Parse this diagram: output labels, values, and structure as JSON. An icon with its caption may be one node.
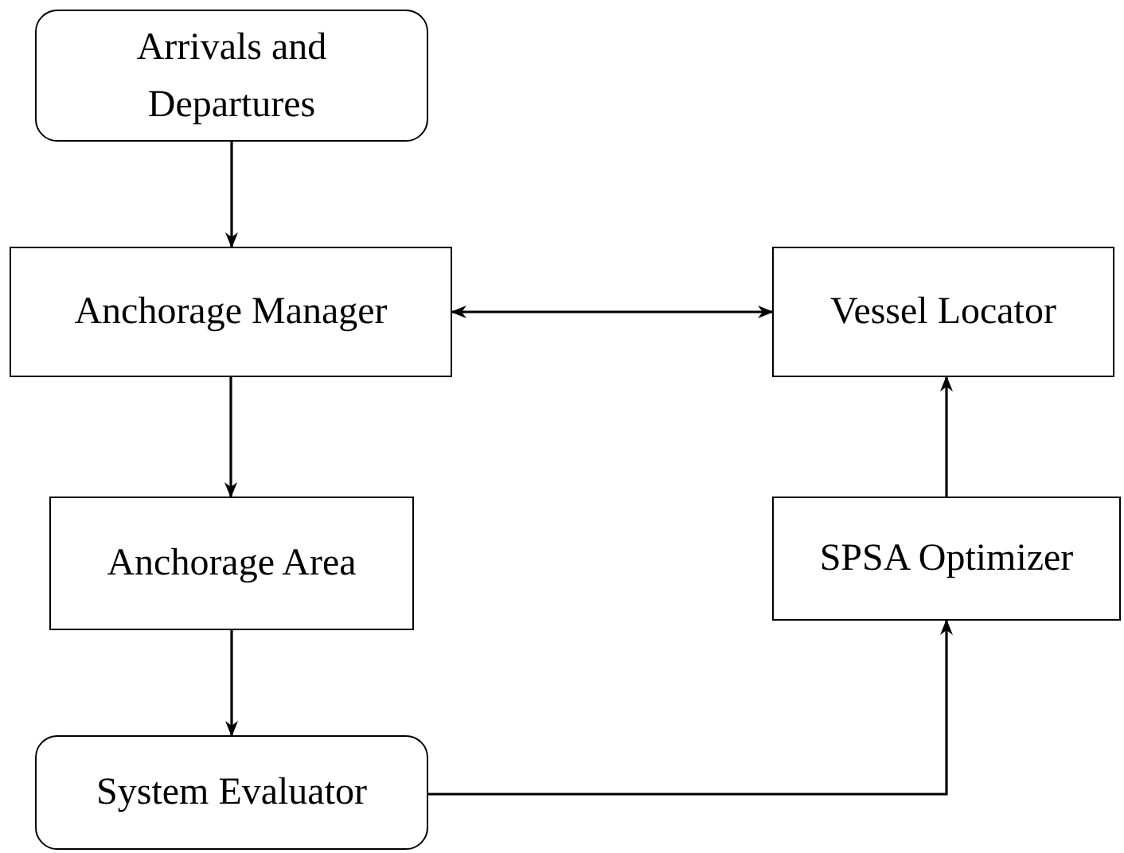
{
  "diagram": {
    "nodes": [
      {
        "text": [
          "Arrivals and Departures"
        ]
      },
      {
        "text": [
          "Anchorage Manager"
        ]
      },
      {
        "text": [
          "Vessel Locator"
        ]
      },
      {
        "text": [
          "Anchorage Area"
        ]
      },
      {
        "text": [
          "SPSA Optimizer"
        ]
      },
      {
        "text": [
          "System Evaluator"
        ]
      }
    ],
    "edges": [
      {
        "from": 0,
        "to": 1,
        "arrow": "to"
      },
      {
        "from": 1,
        "to": 2,
        "arrow": "both"
      },
      {
        "from": 1,
        "to": 3,
        "arrow": "to"
      },
      {
        "from": 3,
        "to": 5,
        "arrow": "to"
      },
      {
        "from": 5,
        "to": 4,
        "arrow": "to"
      },
      {
        "from": 4,
        "to": 2,
        "arrow": "to"
      }
    ]
  }
}
